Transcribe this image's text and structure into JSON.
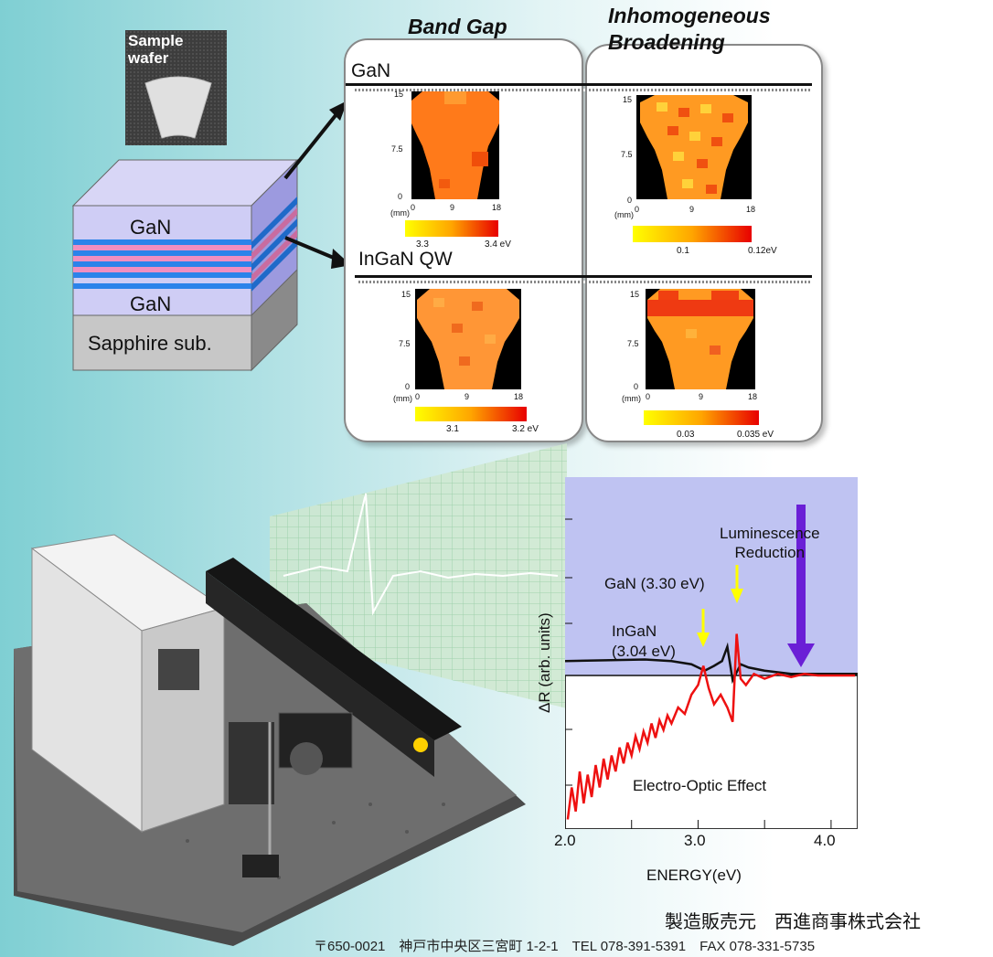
{
  "wafer": {
    "label_line1": "Sample",
    "label_line2": "wafer"
  },
  "structure": {
    "layer_top": "GaN",
    "layer_mid": "GaN",
    "layer_bottom": "Sapphire sub."
  },
  "maps": {
    "band_gap_title": "Band Gap",
    "inhom_title_line1": "Inhomogeneous",
    "inhom_title_line2": "Broadening",
    "row1_label": "GaN",
    "row2_label": "InGaN QW",
    "y_ticks": [
      "15",
      "7.5",
      "0"
    ],
    "x_ticks": [
      "0",
      "9",
      "18"
    ],
    "unit": "(mm)",
    "cbar": {
      "gan_bg": [
        "3.3",
        "3.4 eV"
      ],
      "gan_ib": [
        "0.1",
        "0.12eV"
      ],
      "ingan_bg": [
        "3.1",
        "3.2 eV"
      ],
      "ingan_ib": [
        "0.03",
        "0.035 eV"
      ]
    },
    "colors": {
      "low": "#ffff00",
      "mid": "#ff9900",
      "high": "#ee0000",
      "bg": "#000000"
    }
  },
  "chart_data": {
    "type": "line",
    "xlabel": "ENERGY(eV)",
    "ylabel": "ΔR (arb. units)",
    "xlim": [
      2.0,
      4.2
    ],
    "x_ticks": [
      "2.0",
      "3.0",
      "4.0"
    ],
    "series": [
      {
        "color": "#111111",
        "x": [
          2.0,
          2.3,
          2.6,
          2.8,
          2.95,
          3.05,
          3.12,
          3.18,
          3.22,
          3.26,
          3.29,
          3.32,
          3.38,
          3.5,
          3.7,
          3.9,
          4.2
        ],
        "y": [
          0.9,
          0.95,
          1.0,
          0.9,
          0.7,
          0.3,
          0.6,
          0.9,
          1.8,
          -0.3,
          0.2,
          0.7,
          0.5,
          0.3,
          0.1,
          0.1,
          0.1
        ]
      },
      {
        "color": "#ee1111",
        "x": [
          2.02,
          2.05,
          2.08,
          2.11,
          2.14,
          2.17,
          2.2,
          2.23,
          2.26,
          2.29,
          2.32,
          2.35,
          2.38,
          2.41,
          2.44,
          2.47,
          2.5,
          2.53,
          2.56,
          2.59,
          2.62,
          2.65,
          2.68,
          2.71,
          2.74,
          2.77,
          2.8,
          2.85,
          2.9,
          2.95,
          3.0,
          3.04,
          3.08,
          3.12,
          3.17,
          3.22,
          3.26,
          3.29,
          3.32,
          3.36,
          3.42,
          3.5,
          3.6,
          3.7,
          3.8,
          3.9,
          4.0,
          4.1,
          4.18
        ],
        "y": [
          -9.0,
          -7.0,
          -8.5,
          -6.0,
          -8.0,
          -6.2,
          -7.6,
          -5.6,
          -7.0,
          -5.2,
          -6.5,
          -5.0,
          -6.0,
          -4.5,
          -5.5,
          -4.2,
          -5.0,
          -3.8,
          -4.6,
          -3.5,
          -4.2,
          -3.0,
          -3.9,
          -2.8,
          -3.4,
          -2.5,
          -3.0,
          -2.0,
          -2.4,
          -1.2,
          -0.6,
          0.6,
          -0.8,
          -1.8,
          -1.2,
          -2.0,
          -2.9,
          2.6,
          -0.2,
          -0.6,
          0.1,
          -0.2,
          0.1,
          -0.1,
          0.1,
          0.0,
          0.0,
          0.0,
          0.0
        ]
      }
    ],
    "annotations": {
      "lum_line1": "Luminescence",
      "lum_line2": "Reduction",
      "gan": "GaN (3.30 eV)",
      "ingan_line1": "InGaN",
      "ingan_line2": "(3.04 eV)",
      "eo": "Electro-Optic Effect"
    },
    "colors": {
      "fill": "#bfc3f2",
      "arrow_yellow": "#ffff00",
      "arrow_purple": "#6a1fd6"
    }
  },
  "footer": {
    "company": "製造販売元　西進商事株式会社",
    "address": "〒650-0021　神戸市中央区三宮町 1-2-1　TEL 078-391-5391　FAX 078-331-5735"
  }
}
